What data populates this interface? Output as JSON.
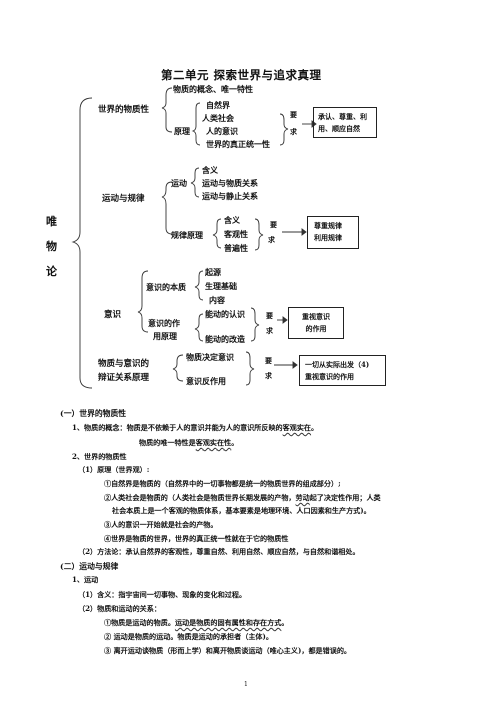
{
  "title": "第二单元  探索世界与追求真理",
  "root": [
    "唯",
    "物",
    "论"
  ],
  "diagram": {
    "sec1": {
      "label": "世界的物质性",
      "items": [
        "物质的概念、唯一特性",
        "自然界",
        "人类社会",
        "原理",
        "人的意识",
        "世界的真正统一性"
      ],
      "req": [
        "要",
        "求"
      ],
      "box": [
        "承认、尊重、利",
        "用、顺应自然"
      ]
    },
    "sec2": {
      "label": "运动与规律",
      "motion": "运动",
      "motion_items": [
        "含义",
        "运动与物质关系",
        "运动与静止关系"
      ],
      "law": "规律原理",
      "law_items": [
        "含义",
        "客观性",
        "普遍性"
      ],
      "req": [
        "要",
        "求"
      ],
      "box": [
        "尊重规律",
        "利用规律"
      ]
    },
    "sec3": {
      "label": "意识",
      "essence": "意识的本质",
      "essence_items": [
        "起源",
        "生理基础",
        "内容"
      ],
      "effect": [
        "意识的作",
        "用原理"
      ],
      "effect_items": [
        "能动的认识",
        "能动的改造"
      ],
      "req": [
        "要",
        "求"
      ],
      "box": [
        "重视意识",
        "的作用"
      ]
    },
    "sec4": {
      "label": [
        "物质与意识的",
        "辩证关系原理"
      ],
      "items": [
        "物质决定意识",
        "意识反作用"
      ],
      "req": [
        "要",
        "求"
      ],
      "box": [
        "一切从实际出发（4)",
        "重视意识的作用"
      ]
    }
  },
  "notes": {
    "h1": "(一）世界的物质性",
    "l1a": "1、物质的概念：物质是不依赖于人的意识并能为人的意识所反映的",
    "l1a_u": "客观实在",
    "l1a_end": "。",
    "l1b": "物质的唯一特性是",
    "l1b_u": "客观实在性",
    "l1b_end": "。",
    "l2": "2、世界的物质性",
    "l3": "（1）原理（世界观）:",
    "p1": "①自然界是物质的（自然界中的一切事物都是统一的物质世界的组成部分）;",
    "p2a": "②人类社会是物质的（人类社会是物质世界长期发展的产物，",
    "p2a_u": "劳动",
    "p2a_end": "起了决定性作用；人类",
    "p2b": "社会本质上是一个客观的物质体系，基本要素是地理环境、人口因素和生产方式)。",
    "p3": "③人的意识一开始就是社会的产物。",
    "p4": "④世界是物质的世界，世界的真正统一性就在于它的物质性",
    "l4": "（2）方法论：承认自然界的客观性，尊重自然、利用自然、顺应自然，与自然和谐相处。",
    "h2": "(二）运动与规律",
    "m1": "1、运动",
    "m2": "（1）含义：指宇宙间一切事物、现象的变化和过程。",
    "m3": "（2）物质和运动的关系：",
    "q1a": "①物质是运动的物质。",
    "q1a_u": "运动是物质的固有属性和存在方式",
    "q1a_end": "。",
    "q2": "② 运动是物质的运动。物质是运动的承担者（主体)。",
    "q3": "③ 离开运动谈物质（形而上学）和离开物质谈运动（唯心主义)，都是错误的。"
  },
  "page_number": "1"
}
